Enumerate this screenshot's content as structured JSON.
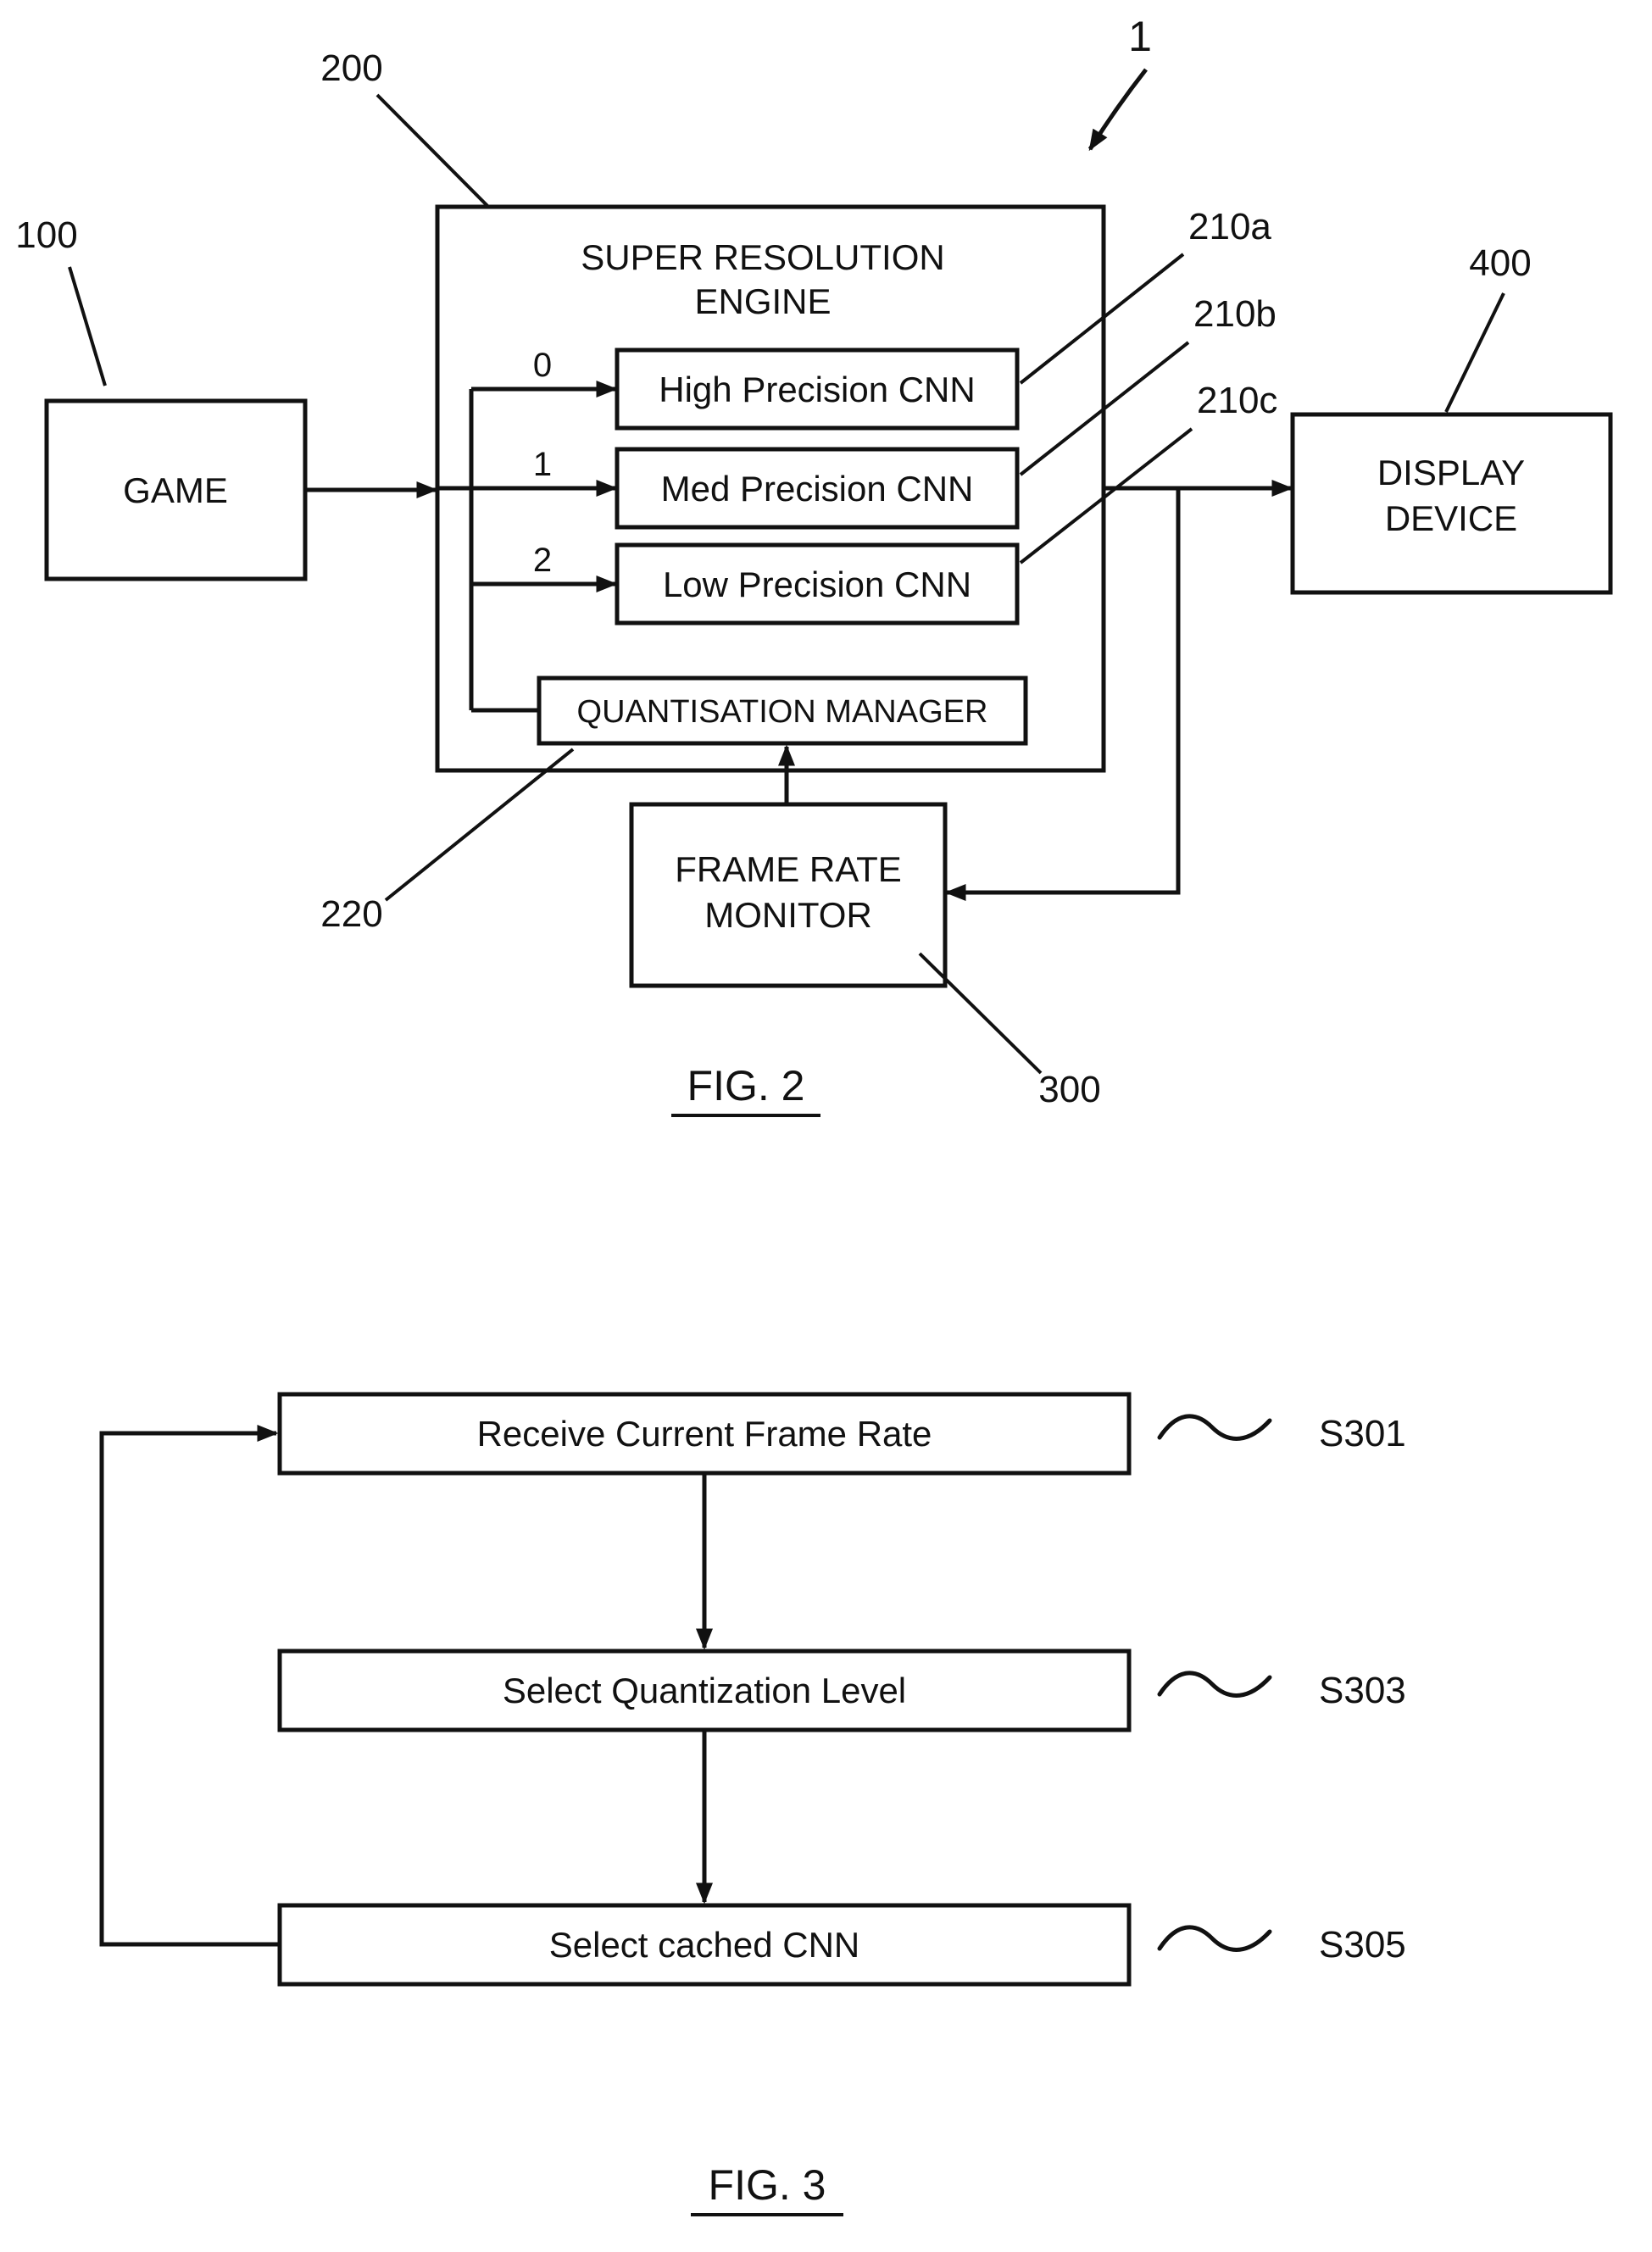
{
  "figure2": {
    "caption": "FIG. 2",
    "system_ref": "1",
    "game_box": {
      "label": "GAME",
      "ref": "100"
    },
    "engine_box": {
      "title_lines": [
        "SUPER RESOLUTION",
        "ENGINE"
      ],
      "ref": "200"
    },
    "cnn_boxes": [
      {
        "selector": "0",
        "label": "High Precision CNN",
        "ref": "210a"
      },
      {
        "selector": "1",
        "label": "Med Precision CNN",
        "ref": "210b"
      },
      {
        "selector": "2",
        "label": "Low Precision CNN",
        "ref": "210c"
      }
    ],
    "quantisation_manager_box": {
      "label": "QUANTISATION MANAGER",
      "ref": "220"
    },
    "frame_rate_monitor_box": {
      "label_lines": [
        "FRAME RATE",
        "MONITOR"
      ],
      "ref": "300"
    },
    "display_box": {
      "label_lines": [
        "DISPLAY",
        "DEVICE"
      ],
      "ref": "400"
    }
  },
  "figure3": {
    "caption": "FIG. 3",
    "steps": [
      {
        "label": "Receive Current Frame Rate",
        "ref": "S301"
      },
      {
        "label": "Select Quantization Level",
        "ref": "S303"
      },
      {
        "label": "Select cached CNN",
        "ref": "S305"
      }
    ]
  },
  "colors": {
    "ink": "#111111",
    "background": "#ffffff"
  }
}
